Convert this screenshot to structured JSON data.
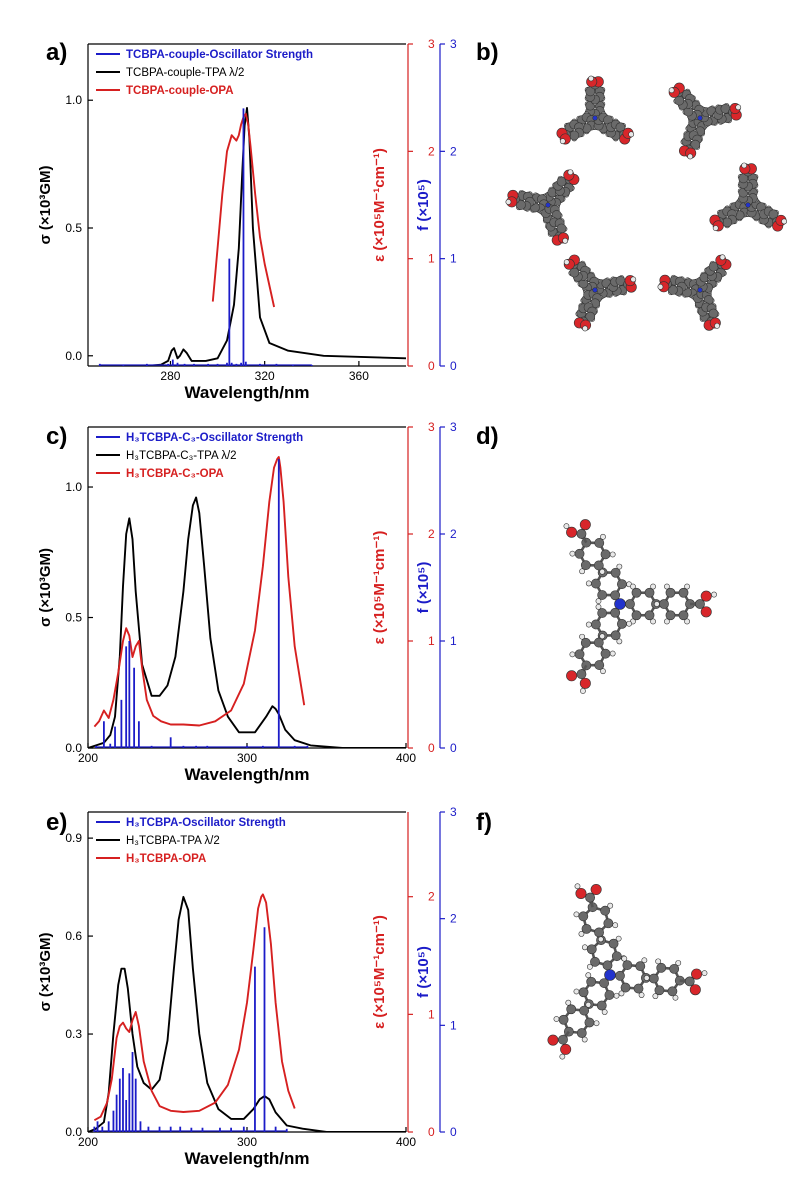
{
  "figure": {
    "panel_letters": [
      "a)",
      "b)",
      "c)",
      "d)",
      "e)",
      "f)"
    ]
  },
  "chart_data": [
    {
      "type": "line",
      "panel": "a)",
      "xlabel": "Wavelength/nm",
      "ylabel_left": "σ (×10³GM)",
      "ylabel_right_red": "ε (×10⁵M⁻¹cm⁻¹)",
      "ylabel_right_blue": "f (×10⁵)",
      "xlim": [
        245,
        380
      ],
      "xticks": [
        280,
        320,
        360
      ],
      "ylim_left": [
        -0.04,
        1.22
      ],
      "yticks_left": [
        0.0,
        0.5,
        1.0
      ],
      "ylim_red": [
        0,
        3
      ],
      "yticks_red": [
        0,
        1,
        2,
        3
      ],
      "ylim_blue": [
        0,
        3
      ],
      "yticks_blue": [
        0,
        1,
        2,
        3
      ],
      "legend": {
        "position": "top-left",
        "entries": [
          {
            "label": "TCBPA-couple-Oscillator Strength",
            "color": "#1c1cc8"
          },
          {
            "label": "TCBPA-couple-TPA λ/2",
            "color": "#000000"
          },
          {
            "label": "TCBPA-couple-OPA",
            "color": "#d62020"
          }
        ]
      },
      "series": [
        {
          "name": "TCBPA-couple-TPA λ/2",
          "axis": "left",
          "color": "#000000",
          "x": [
            245,
            260,
            270,
            276,
            279,
            280.5,
            281.5,
            283,
            284,
            285.5,
            287,
            289,
            295,
            300,
            304,
            307,
            309,
            310.5,
            311.5,
            312.5,
            313.5,
            315,
            318,
            322,
            330,
            345,
            380
          ],
          "y": [
            -0.045,
            -0.043,
            -0.04,
            -0.035,
            -0.02,
            0.02,
            0.03,
            -0.01,
            0.0,
            0.025,
            0.01,
            -0.02,
            -0.02,
            -0.01,
            0.06,
            0.2,
            0.42,
            0.72,
            0.9,
            0.97,
            0.85,
            0.5,
            0.15,
            0.05,
            0.02,
            0.0,
            -0.01
          ]
        },
        {
          "name": "TCBPA-couple-OPA",
          "axis": "red",
          "color": "#d62020",
          "x": [
            298,
            300,
            302,
            304,
            306,
            308,
            309,
            310,
            311,
            312,
            313,
            314,
            316,
            318,
            320,
            322,
            324
          ],
          "y": [
            0.6,
            1.1,
            1.6,
            2.0,
            2.15,
            2.1,
            2.15,
            2.25,
            2.32,
            2.35,
            2.25,
            2.05,
            1.6,
            1.2,
            0.95,
            0.75,
            0.55
          ]
        },
        {
          "name": "TCBPA-couple-Oscillator Strength",
          "axis": "blue",
          "color": "#1c1cc8",
          "style": "stick",
          "x": [
            250,
            260,
            270,
            279,
            281,
            283,
            286,
            290,
            296,
            300,
            304,
            305,
            306,
            308,
            310,
            311,
            312,
            318,
            325,
            332,
            340
          ],
          "y": [
            0.02,
            0.01,
            0.02,
            0.02,
            0.06,
            0.03,
            0.02,
            0.02,
            0.02,
            0.02,
            0.03,
            1.0,
            0.03,
            0.02,
            0.03,
            2.4,
            0.04,
            0.02,
            0.02,
            0.01,
            0.01
          ]
        }
      ]
    },
    {
      "type": "line",
      "panel": "c)",
      "xlabel": "Wavelength/nm",
      "ylabel_left": "σ (×10³GM)",
      "ylabel_right_red": "ε (×10⁵M⁻¹cm⁻¹)",
      "ylabel_right_blue": "f (×10⁵)",
      "xlim": [
        200,
        400
      ],
      "xticks": [
        200,
        300,
        400
      ],
      "ylim_left": [
        0,
        1.23
      ],
      "yticks_left": [
        0.0,
        0.5,
        1.0
      ],
      "ylim_red": [
        0,
        3
      ],
      "yticks_red": [
        0,
        1,
        2,
        3
      ],
      "ylim_blue": [
        0,
        3
      ],
      "yticks_blue": [
        0,
        1,
        2,
        3
      ],
      "legend": {
        "position": "top-left",
        "entries": [
          {
            "label": "H₃TCBPA-C₃-Oscillator Strength",
            "color": "#1c1cc8"
          },
          {
            "label": "H₃TCBPA-C₃-TPA λ/2",
            "color": "#000000"
          },
          {
            "label": "H₃TCBPA-C₃-OPA",
            "color": "#d62020"
          }
        ]
      },
      "series": [
        {
          "name": "H₃TCBPA-C₃-TPA λ/2",
          "axis": "left",
          "color": "#000000",
          "x": [
            200,
            205,
            210,
            214,
            217,
            220,
            222,
            224,
            226,
            228,
            230,
            234,
            240,
            245,
            250,
            255,
            260,
            263,
            266,
            268,
            270,
            273,
            277,
            282,
            288,
            295,
            305,
            312,
            316,
            318,
            320,
            324,
            330,
            340,
            360,
            400
          ],
          "y": [
            0.0,
            0.01,
            0.02,
            0.05,
            0.12,
            0.35,
            0.62,
            0.82,
            0.88,
            0.8,
            0.6,
            0.32,
            0.2,
            0.2,
            0.24,
            0.35,
            0.6,
            0.8,
            0.93,
            0.96,
            0.9,
            0.7,
            0.42,
            0.22,
            0.12,
            0.06,
            0.06,
            0.12,
            0.16,
            0.15,
            0.13,
            0.07,
            0.03,
            0.01,
            0.0,
            0.0
          ]
        },
        {
          "name": "H₃TCBPA-C₃-OPA",
          "axis": "red",
          "color": "#d62020",
          "x": [
            204,
            207,
            210,
            213,
            216,
            219,
            222,
            224,
            226,
            228,
            230,
            232,
            234,
            237,
            241,
            246,
            252,
            260,
            270,
            280,
            290,
            298,
            305,
            310,
            314,
            317,
            319,
            320,
            321,
            323,
            326,
            330,
            336
          ],
          "y": [
            0.2,
            0.25,
            0.35,
            0.28,
            0.45,
            0.7,
            1.0,
            1.12,
            1.05,
            0.85,
            0.95,
            1.0,
            0.75,
            0.45,
            0.3,
            0.25,
            0.22,
            0.22,
            0.21,
            0.25,
            0.35,
            0.6,
            1.1,
            1.7,
            2.3,
            2.62,
            2.7,
            2.72,
            2.62,
            2.3,
            1.6,
            0.95,
            0.4
          ]
        },
        {
          "name": "H₃TCBPA-C₃-Oscillator Strength",
          "axis": "blue",
          "color": "#1c1cc8",
          "style": "stick",
          "x": [
            205,
            210,
            214,
            217,
            221,
            224,
            226,
            229,
            232,
            240,
            252,
            260,
            268,
            275,
            300,
            310,
            320,
            330,
            338
          ],
          "y": [
            0.02,
            0.25,
            0.04,
            0.2,
            0.45,
            0.95,
            1.0,
            0.75,
            0.25,
            0.02,
            0.1,
            0.02,
            0.02,
            0.02,
            0.02,
            0.02,
            2.7,
            0.02,
            0.02
          ]
        }
      ]
    },
    {
      "type": "line",
      "panel": "e)",
      "xlabel": "Wavelength/nm",
      "ylabel_left": "σ (×10³GM)",
      "ylabel_right_red": "ε (×10⁵M⁻¹cm⁻¹)",
      "ylabel_right_blue": "f (×10⁵)",
      "xlim": [
        200,
        400
      ],
      "xticks": [
        200,
        300,
        400
      ],
      "ylim_left": [
        0,
        0.98
      ],
      "yticks_left": [
        0.0,
        0.3,
        0.6,
        0.9
      ],
      "ylim_red": [
        0,
        2.72
      ],
      "yticks_red": [
        0,
        1,
        2
      ],
      "ylim_blue": [
        0,
        3
      ],
      "yticks_blue": [
        0,
        1,
        2,
        3
      ],
      "legend": {
        "position": "top-left",
        "entries": [
          {
            "label": "H₃TCBPA-Oscillator Strength",
            "color": "#1c1cc8"
          },
          {
            "label": "H₃TCBPA-TPA λ/2",
            "color": "#000000"
          },
          {
            "label": "H₃TCBPA-OPA",
            "color": "#d62020"
          }
        ]
      },
      "series": [
        {
          "name": "H₃TCBPA-TPA λ/2",
          "axis": "left",
          "color": "#000000",
          "x": [
            200,
            205,
            210,
            213,
            216,
            219,
            221,
            223,
            225,
            228,
            231,
            235,
            240,
            245,
            250,
            254,
            257,
            260,
            263,
            266,
            270,
            275,
            282,
            290,
            298,
            304,
            308,
            311,
            314,
            318,
            325,
            335,
            350,
            400
          ],
          "y": [
            0.0,
            0.01,
            0.03,
            0.12,
            0.3,
            0.45,
            0.5,
            0.5,
            0.44,
            0.3,
            0.2,
            0.15,
            0.13,
            0.16,
            0.28,
            0.5,
            0.65,
            0.72,
            0.68,
            0.5,
            0.3,
            0.15,
            0.07,
            0.04,
            0.04,
            0.07,
            0.1,
            0.11,
            0.1,
            0.06,
            0.02,
            0.01,
            0.0,
            0.0
          ]
        },
        {
          "name": "H₃TCBPA-OPA",
          "axis": "red",
          "color": "#d62020",
          "x": [
            204,
            208,
            212,
            215,
            218,
            220,
            222,
            224,
            226,
            228,
            230,
            232,
            235,
            240,
            245,
            252,
            260,
            270,
            280,
            288,
            295,
            300,
            304,
            307,
            309,
            310,
            312,
            315,
            318,
            322,
            326,
            330
          ],
          "y": [
            0.1,
            0.13,
            0.25,
            0.45,
            0.8,
            0.9,
            0.93,
            0.88,
            0.85,
            0.95,
            1.02,
            0.9,
            0.6,
            0.35,
            0.22,
            0.18,
            0.17,
            0.18,
            0.25,
            0.4,
            0.7,
            1.1,
            1.55,
            1.9,
            2.0,
            2.02,
            1.95,
            1.6,
            1.1,
            0.6,
            0.35,
            0.2
          ]
        },
        {
          "name": "H₃TCBPA-Oscillator Strength",
          "axis": "blue",
          "color": "#1c1cc8",
          "style": "stick",
          "x": [
            204,
            206,
            209,
            213,
            216,
            218,
            220,
            222,
            224,
            226,
            228,
            230,
            233,
            238,
            245,
            252,
            258,
            265,
            272,
            283,
            290,
            298,
            305,
            311,
            318,
            325
          ],
          "y": [
            0.05,
            0.1,
            0.05,
            0.1,
            0.2,
            0.35,
            0.5,
            0.6,
            0.3,
            0.55,
            0.75,
            0.5,
            0.1,
            0.05,
            0.05,
            0.05,
            0.05,
            0.04,
            0.04,
            0.04,
            0.04,
            0.05,
            1.55,
            1.92,
            0.05,
            0.03
          ]
        }
      ]
    }
  ],
  "molecules": [
    {
      "panel": "b)",
      "kind": "tcbpa-couple-hexamer"
    },
    {
      "panel": "d)",
      "kind": "h3tcbpa-c3-planar"
    },
    {
      "panel": "f)",
      "kind": "h3tcbpa-twisted"
    }
  ]
}
